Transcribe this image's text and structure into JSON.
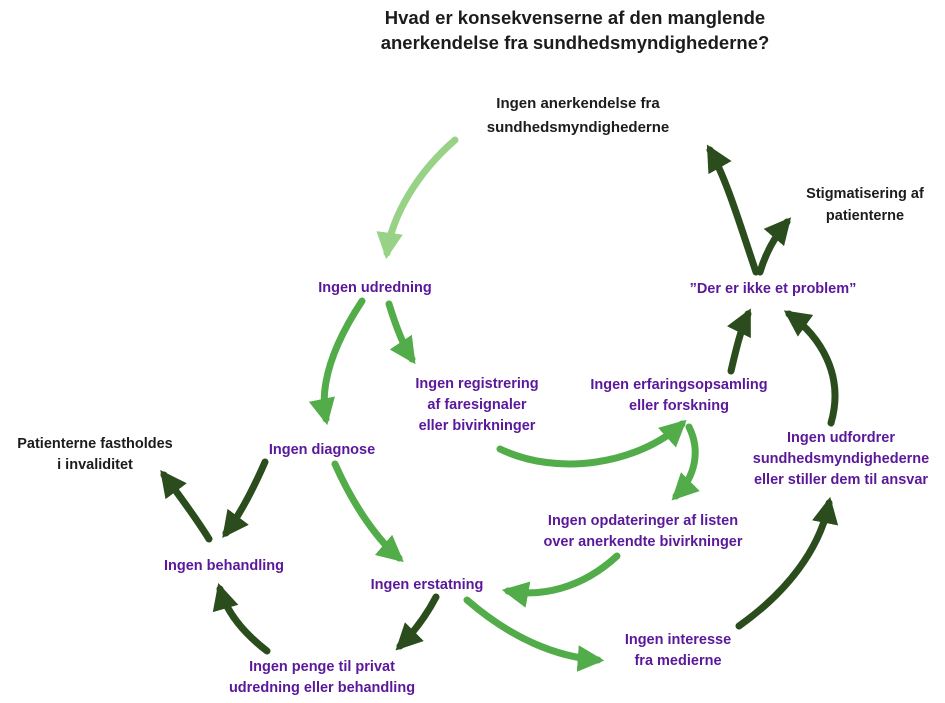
{
  "title": "Hvad er konsekvenserne af den manglende\nanerkendelse fra sundhedsmyndighederne?",
  "colors": {
    "background": "#ffffff",
    "text_black": "#1c1c1c",
    "node_purple": "#5a189a",
    "arrow_light": "#97d287",
    "arrow_mid": "#53ac4a",
    "arrow_dark": "#2b4d1d"
  },
  "nodes": [
    {
      "id": "anerkendelse",
      "label": "Ingen anerkendelse fra\nsundhedsmyndighederne",
      "color": "black"
    },
    {
      "id": "stigmatisering",
      "label": "Stigmatisering af\npatienterne",
      "color": "black"
    },
    {
      "id": "udredning",
      "label": "Ingen udredning",
      "color": "purple"
    },
    {
      "id": "problem",
      "label": "”Der er ikke et problem”",
      "color": "purple"
    },
    {
      "id": "registrering",
      "label": "Ingen registrering\naf faresignaler\neller bivirkninger",
      "color": "purple"
    },
    {
      "id": "erfaringsopsamling",
      "label": "Ingen erfaringsopsamling\neller forskning",
      "color": "purple"
    },
    {
      "id": "diagnose",
      "label": "Ingen diagnose",
      "color": "purple"
    },
    {
      "id": "udfordrer",
      "label": "Ingen udfordrer\nsundhedsmyndighederne\neller stiller dem til ansvar",
      "color": "purple"
    },
    {
      "id": "fastholdes",
      "label": "Patienterne fastholdes\ni invaliditet",
      "color": "black"
    },
    {
      "id": "opdateringer",
      "label": "Ingen opdateringer af listen\nover anerkendte bivirkninger",
      "color": "purple"
    },
    {
      "id": "behandling",
      "label": "Ingen behandling",
      "color": "purple"
    },
    {
      "id": "erstatning",
      "label": "Ingen erstatning",
      "color": "purple"
    },
    {
      "id": "penge",
      "label": "Ingen penge til privat\nudredning eller behandling",
      "color": "purple"
    },
    {
      "id": "interesse",
      "label": "Ingen interesse\nfra medierne",
      "color": "purple"
    }
  ],
  "edges": [
    {
      "from": "anerkendelse",
      "to": "udredning",
      "shade": "light"
    },
    {
      "from": "udredning",
      "to": "registrering",
      "shade": "mid"
    },
    {
      "from": "udredning",
      "to": "diagnose",
      "shade": "mid"
    },
    {
      "from": "registrering",
      "to": "erfaringsopsamling",
      "shade": "mid"
    },
    {
      "from": "erfaringsopsamling",
      "to": "problem",
      "shade": "dark"
    },
    {
      "from": "erfaringsopsamling",
      "to": "opdateringer",
      "shade": "mid"
    },
    {
      "from": "udfordrer",
      "to": "problem",
      "shade": "dark"
    },
    {
      "from": "problem",
      "to": "anerkendelse",
      "shade": "dark"
    },
    {
      "from": "problem",
      "to": "stigmatisering",
      "shade": "dark"
    },
    {
      "from": "diagnose",
      "to": "behandling",
      "shade": "dark"
    },
    {
      "from": "diagnose",
      "to": "erstatning",
      "shade": "mid"
    },
    {
      "from": "opdateringer",
      "to": "erstatning",
      "shade": "mid"
    },
    {
      "from": "erstatning",
      "to": "penge",
      "shade": "dark"
    },
    {
      "from": "penge",
      "to": "behandling",
      "shade": "dark"
    },
    {
      "from": "behandling",
      "to": "fastholdes",
      "shade": "dark"
    },
    {
      "from": "erstatning",
      "to": "interesse",
      "shade": "mid"
    },
    {
      "from": "interesse",
      "to": "udfordrer",
      "shade": "dark"
    }
  ]
}
